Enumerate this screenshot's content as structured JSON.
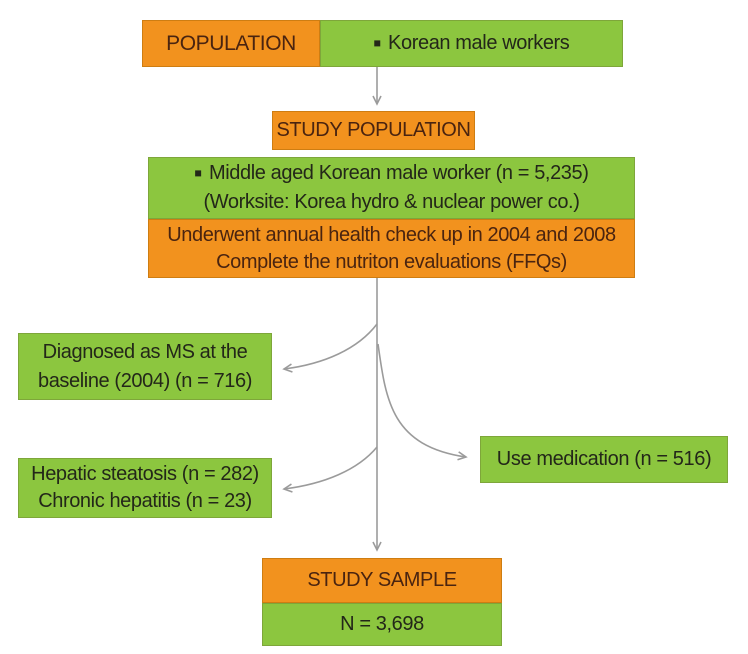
{
  "colors": {
    "orange": "#F2921E",
    "green": "#8CC63F",
    "text_on_orange": "#4A2410",
    "text_on_green": "#232719",
    "arrow": "#9B9B9B",
    "orange_border": "#CE7D12",
    "green_border": "#7EA63A",
    "background": "#FFFFFF"
  },
  "icons": {
    "bullet": "■"
  },
  "nodes": {
    "population": {
      "label": "POPULATION",
      "value": "Korean male workers"
    },
    "study_population": {
      "header": "STUDY POPULATION"
    },
    "study_population_detail": {
      "line1": "Middle aged Korean male worker (n = 5,235)",
      "line2": "(Worksite: Korea hydro & nuclear power co.)"
    },
    "inclusion_criteria": {
      "line1": "Underwent annual health check up in 2004 and 2008",
      "line2": "Complete the nutriton evaluations (FFQs)"
    },
    "exclusion_ms": {
      "line1": "Diagnosed as MS at the",
      "line2": "baseline (2004) (n = 716)"
    },
    "exclusion_hepatic": {
      "line1": "Hepatic steatosis (n = 282)",
      "line2": "Chronic hepatitis (n = 23)"
    },
    "exclusion_medication": {
      "label": "Use medication (n = 516)"
    },
    "study_sample": {
      "header": "STUDY SAMPLE",
      "value": "N = 3,698"
    }
  }
}
